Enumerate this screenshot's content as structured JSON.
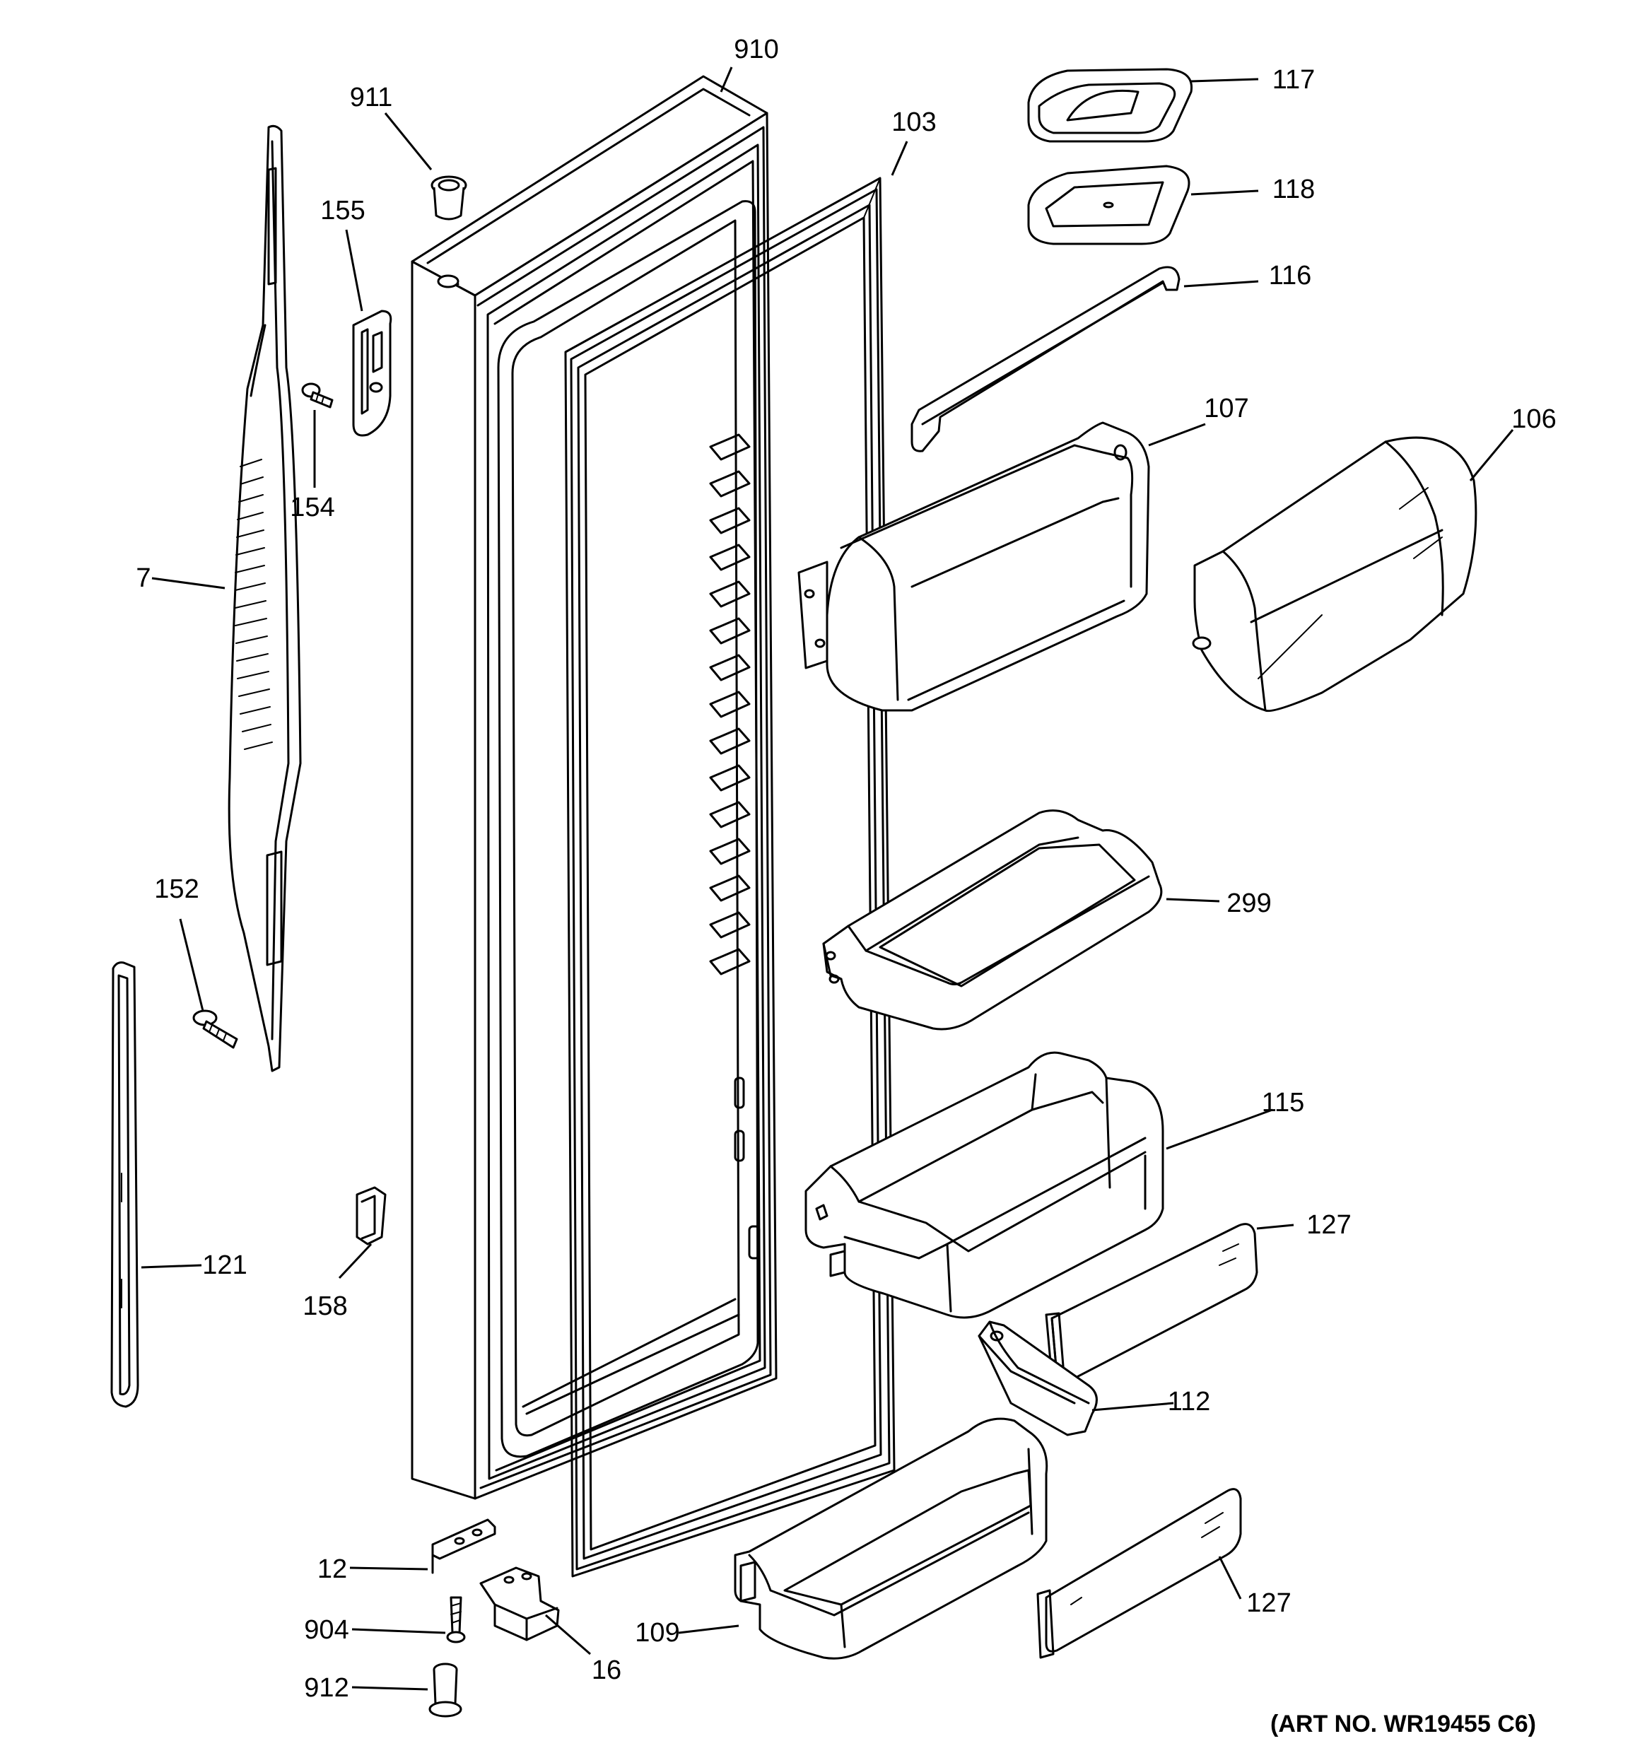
{
  "art_no": "(ART NO. WR19455 C6)",
  "parts": {
    "p7": "7",
    "p12": "12",
    "p16": "16",
    "p103": "103",
    "p106": "106",
    "p107": "107",
    "p109": "109",
    "p112": "112",
    "p115": "115",
    "p116": "116",
    "p117": "117",
    "p118": "118",
    "p121": "121",
    "p127a": "127",
    "p127b": "127",
    "p152": "152",
    "p154": "154",
    "p155": "155",
    "p158": "158",
    "p299": "299",
    "p904": "904",
    "p910": "910",
    "p911": "911",
    "p912": "912"
  }
}
